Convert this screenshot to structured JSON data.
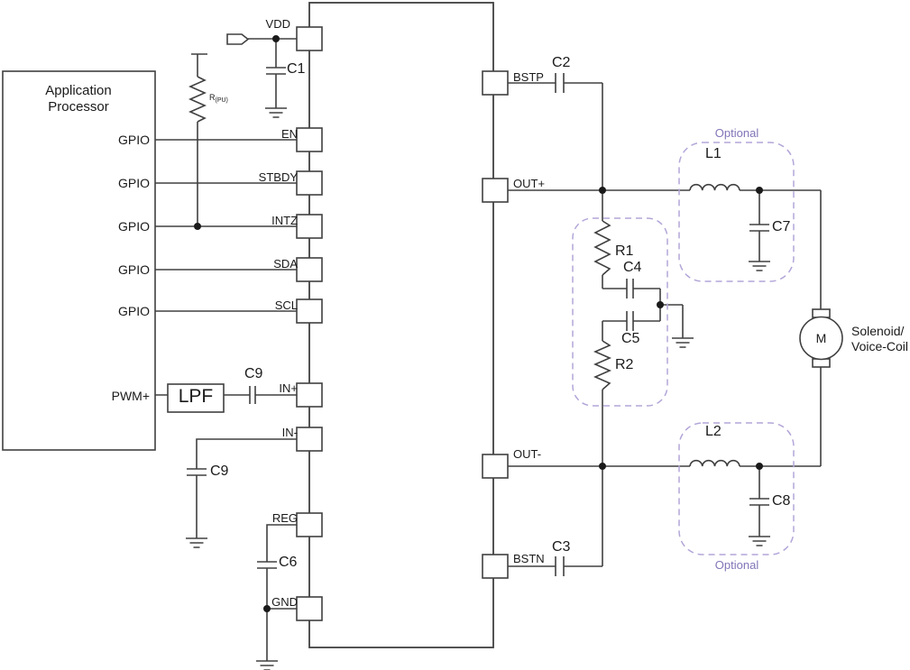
{
  "ap": {
    "title1": "Application",
    "title2": "Processor",
    "gpio": "GPIO",
    "pwm": "PWM+"
  },
  "pullup": {
    "name": "R",
    "sub": "(PU)"
  },
  "pins": {
    "vdd": "VDD",
    "en": "EN",
    "stbdy": "STBDY",
    "intz": "INTZ",
    "sda": "SDA",
    "scl": "SCL",
    "inp": "IN+",
    "inn": "IN-",
    "reg": "REG",
    "gnd": "GND",
    "bstp": "BSTP",
    "outp": "OUT+",
    "outn": "OUT-",
    "bstn": "BSTN"
  },
  "caps": {
    "c1": "C1",
    "c2": "C2",
    "c3": "C3",
    "c4": "C4",
    "c5": "C5",
    "c6": "C6",
    "c7": "C7",
    "c8": "C8",
    "c9_series": "C9",
    "c9_shunt": "C9"
  },
  "res": {
    "r1": "R1",
    "r2": "R2"
  },
  "ind": {
    "l1": "L1",
    "l2": "L2"
  },
  "lpf_label": "LPF",
  "optional_top": "Optional",
  "optional_bottom": "Optional",
  "motor": {
    "symbol": "M",
    "label1": "Solenoid/",
    "label2": "Voice-Coil"
  },
  "colors": {
    "line": "#404040",
    "text": "#1a1a1a",
    "optional_text": "#8274b8",
    "optional_border": "#b3a6d8"
  }
}
